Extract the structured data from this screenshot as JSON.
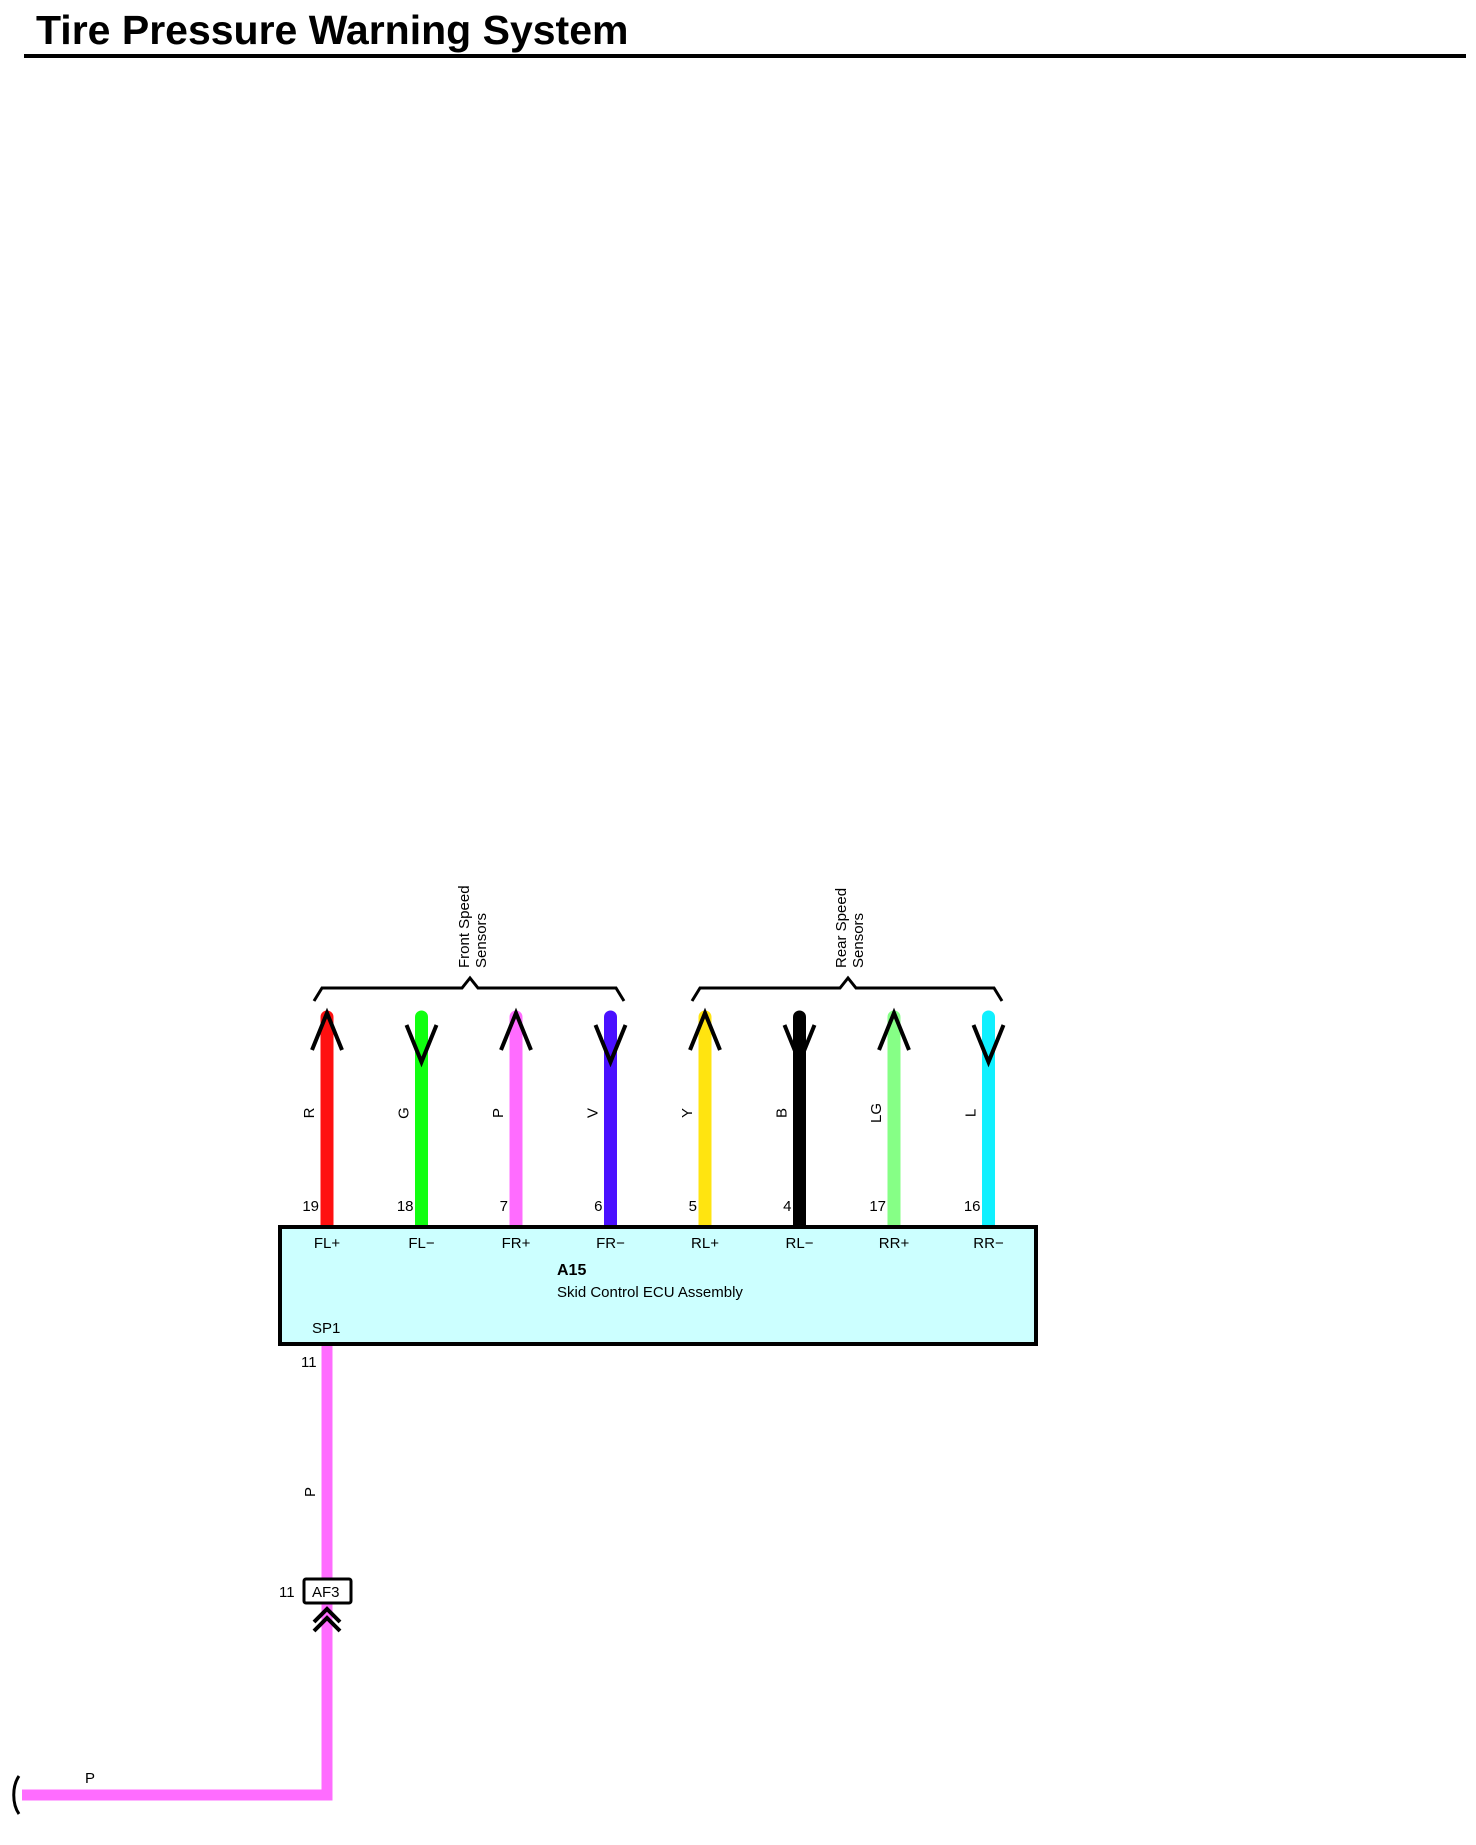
{
  "title": "Tire Pressure Warning System",
  "groups": [
    {
      "lines": [
        "Front Speed",
        "Sensors"
      ]
    },
    {
      "lines": [
        "Rear Speed",
        "Sensors"
      ]
    }
  ],
  "wires": [
    {
      "color_code": "R",
      "pin": "19",
      "terminal": "FL+",
      "color": "#ff1010",
      "direction": "out"
    },
    {
      "color_code": "G",
      "pin": "18",
      "terminal": "FL−",
      "color": "#10ff10",
      "direction": "in"
    },
    {
      "color_code": "P",
      "pin": "7",
      "terminal": "FR+",
      "color": "#ff6cff",
      "direction": "out"
    },
    {
      "color_code": "V",
      "pin": "6",
      "terminal": "FR−",
      "color": "#4a10ff",
      "direction": "in"
    },
    {
      "color_code": "Y",
      "pin": "5",
      "terminal": "RL+",
      "color": "#ffe410",
      "direction": "out"
    },
    {
      "color_code": "B",
      "pin": "4",
      "terminal": "RL−",
      "color": "#000000",
      "direction": "in"
    },
    {
      "color_code": "LG",
      "pin": "17",
      "terminal": "RR+",
      "color": "#86ff86",
      "direction": "out"
    },
    {
      "color_code": "L",
      "pin": "16",
      "terminal": "RR−",
      "color": "#10f0ff",
      "direction": "in"
    }
  ],
  "ecu": {
    "code": "A15",
    "name": "Skid Control ECU Assembly",
    "fill": "#ccffff",
    "sp_terminal": "SP1",
    "sp_pin": "11"
  },
  "sp_wire": {
    "color_code": "P",
    "color": "#ff6cff",
    "connector": "AF3",
    "connector_pin": "11",
    "bottom_color_code": "P"
  }
}
